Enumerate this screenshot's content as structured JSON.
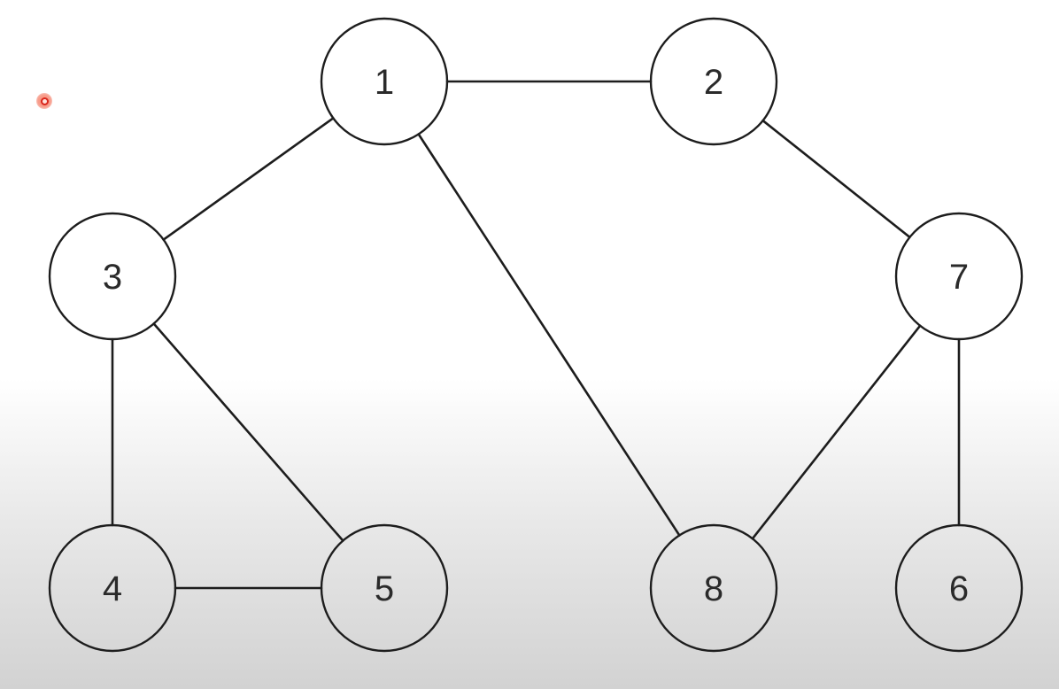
{
  "graph": {
    "nodes": [
      {
        "id": "1",
        "label": "1"
      },
      {
        "id": "2",
        "label": "2"
      },
      {
        "id": "3",
        "label": "3"
      },
      {
        "id": "4",
        "label": "4"
      },
      {
        "id": "5",
        "label": "5"
      },
      {
        "id": "6",
        "label": "6"
      },
      {
        "id": "7",
        "label": "7"
      },
      {
        "id": "8",
        "label": "8"
      }
    ],
    "edges": [
      [
        "1",
        "2"
      ],
      [
        "1",
        "3"
      ],
      [
        "1",
        "8"
      ],
      [
        "2",
        "7"
      ],
      [
        "3",
        "4"
      ],
      [
        "3",
        "5"
      ],
      [
        "4",
        "5"
      ],
      [
        "7",
        "8"
      ],
      [
        "7",
        "6"
      ]
    ]
  },
  "cursor": {
    "icon": "cursor-pointer-icon",
    "color": "#e03a25"
  }
}
